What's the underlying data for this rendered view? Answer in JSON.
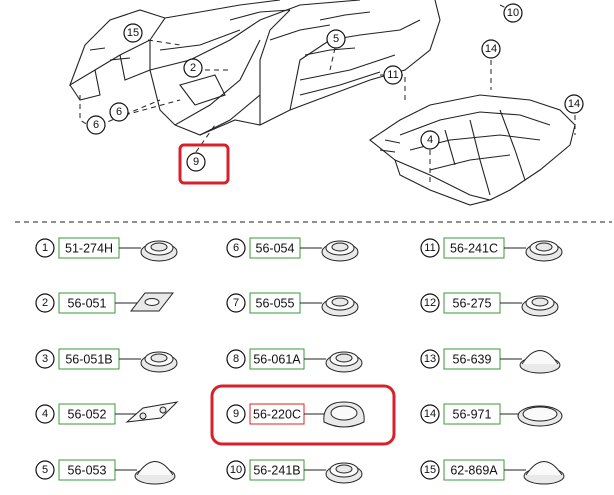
{
  "diagram": {
    "top_callouts": [
      "15",
      "2",
      "6",
      "6",
      "9",
      "5",
      "11",
      "14",
      "14",
      "4",
      "10"
    ],
    "highlight": {
      "callout": "9",
      "part": "56-220C"
    },
    "legend": [
      {
        "num": "1",
        "part": "51-274H"
      },
      {
        "num": "2",
        "part": "56-051"
      },
      {
        "num": "3",
        "part": "56-051B"
      },
      {
        "num": "4",
        "part": "56-052"
      },
      {
        "num": "5",
        "part": "56-053"
      },
      {
        "num": "6",
        "part": "56-054"
      },
      {
        "num": "7",
        "part": "56-055"
      },
      {
        "num": "8",
        "part": "56-061A"
      },
      {
        "num": "9",
        "part": "56-220C"
      },
      {
        "num": "10",
        "part": "56-241B"
      },
      {
        "num": "11",
        "part": "56-241C"
      },
      {
        "num": "12",
        "part": "56-275"
      },
      {
        "num": "13",
        "part": "56-639"
      },
      {
        "num": "14",
        "part": "56-971"
      },
      {
        "num": "15",
        "part": "62-869A"
      }
    ]
  },
  "colors": {
    "part_box": "#3a9a3a",
    "highlight": "#d8202a",
    "line": "#222222"
  }
}
